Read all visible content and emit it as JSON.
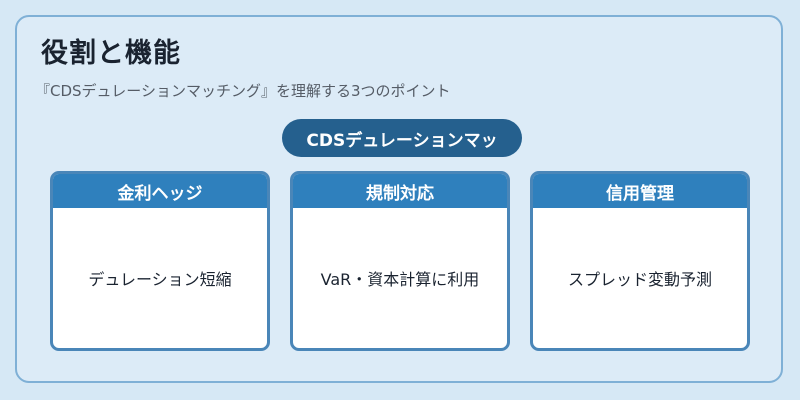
{
  "title": "役割と機能",
  "subtitle": "『CDSデュレーションマッチング』を理解する3つのポイント",
  "center_label": "CDSデュレーションマッ",
  "cards": [
    {
      "header": "金利ヘッジ",
      "body": "デュレーション短縮"
    },
    {
      "header": "規制対応",
      "body": "VaR・資本計算に利用"
    },
    {
      "header": "信用管理",
      "body": "スプレッド変動予測"
    }
  ],
  "colors": {
    "background": "#dcebf7",
    "border": "#7fb0d6",
    "pill": "#25608e",
    "card_header": "#2f80bd",
    "card_border": "#4a86b8"
  }
}
